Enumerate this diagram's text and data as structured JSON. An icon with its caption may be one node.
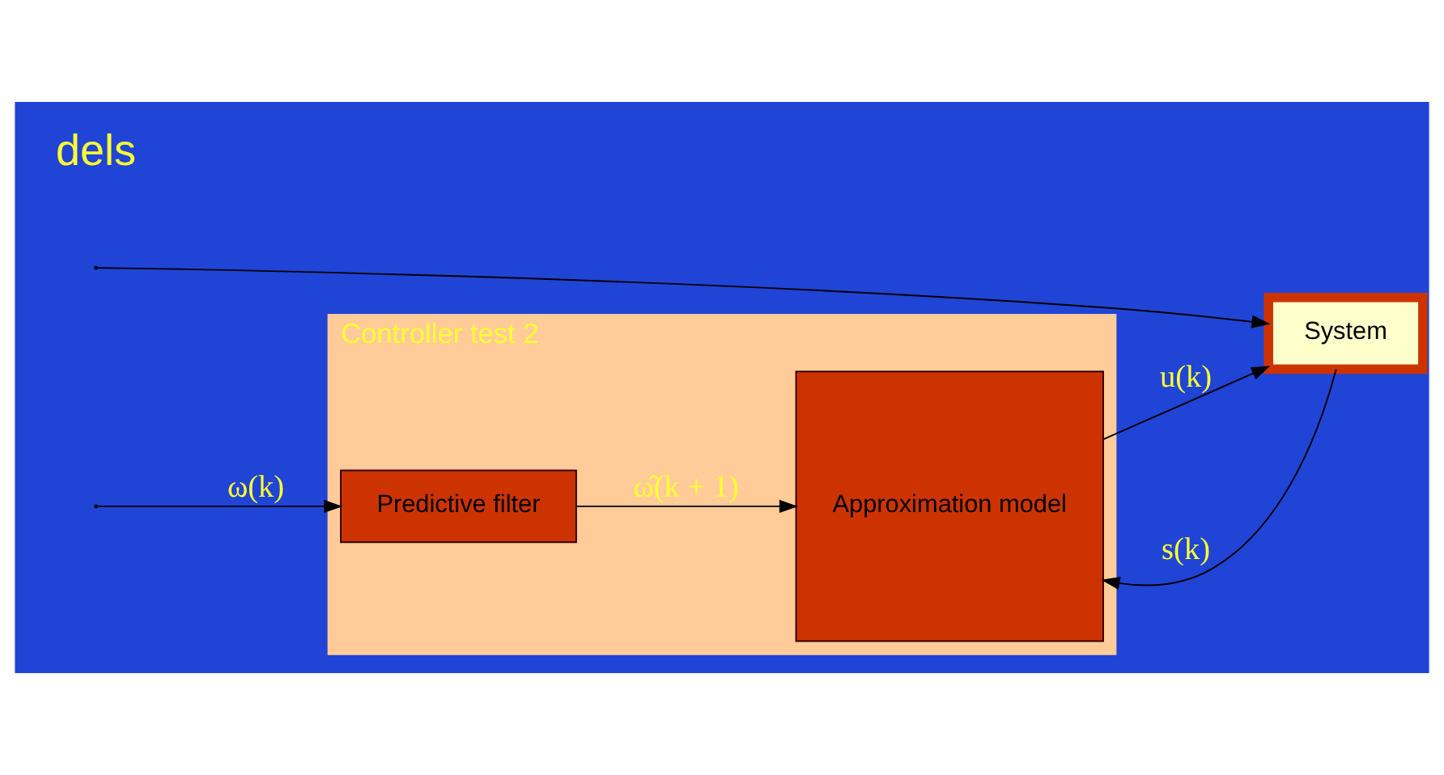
{
  "diagram": {
    "nodes": [
      {
        "text": [
          "Controller test 2"
        ]
      },
      {
        "text": [
          "Predictive filter"
        ],
        "in": 0
      },
      {
        "text": [
          "Approximation model"
        ],
        "in": 0
      },
      {
        "text": [
          "System"
        ]
      }
    ],
    "edges": [
      {
        "from": null,
        "to": 1,
        "arrow": "to",
        "label": "ω(k)"
      },
      {
        "from": null,
        "to": 3,
        "arrow": "to"
      },
      {
        "from": 1,
        "to": 2,
        "arrow": "to",
        "label": "ω̂(k + 1)"
      },
      {
        "from": 3,
        "to": 2,
        "arrow": "to",
        "label": "s(k)"
      },
      {
        "from": 2,
        "to": 3,
        "arrow": "to",
        "label": "u(k)"
      }
    ],
    "labels": [
      "dels"
    ]
  }
}
